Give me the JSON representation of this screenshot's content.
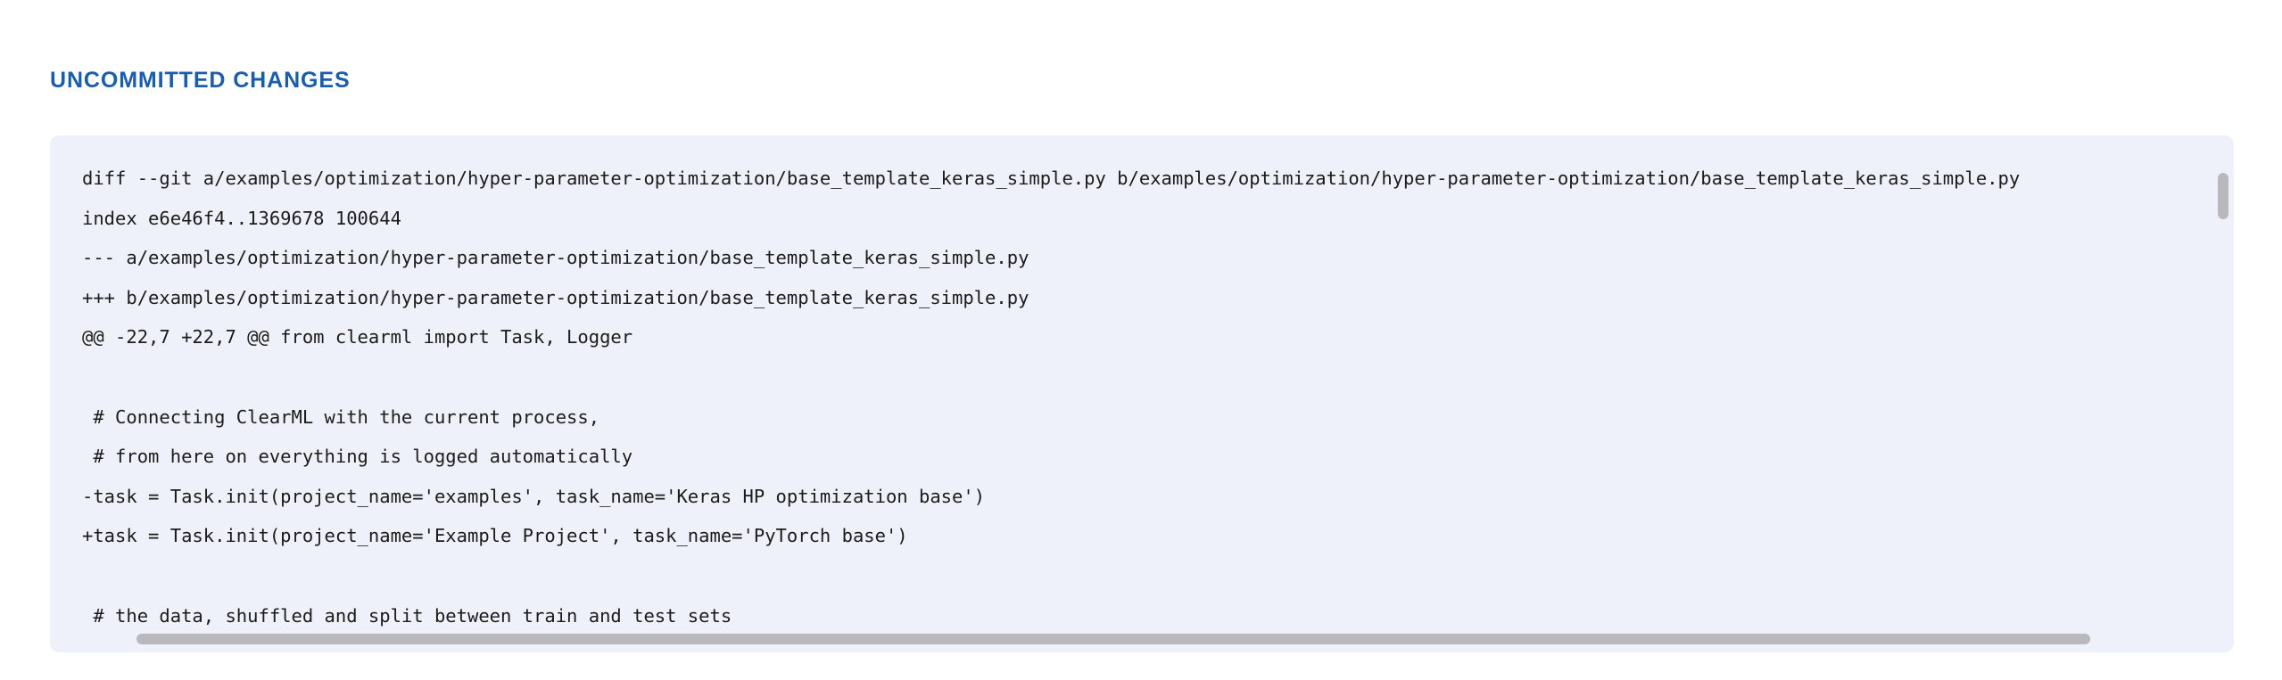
{
  "section": {
    "title": "UNCOMMITTED CHANGES",
    "title_color": "#1a5eaa"
  },
  "diff_panel": {
    "background_color": "#eef1f9",
    "text_color": "#1b1b1b",
    "lines": [
      "diff --git a/examples/optimization/hyper-parameter-optimization/base_template_keras_simple.py b/examples/optimization/hyper-parameter-optimization/base_template_keras_simple.py",
      "index e6e46f4..1369678 100644",
      "--- a/examples/optimization/hyper-parameter-optimization/base_template_keras_simple.py",
      "+++ b/examples/optimization/hyper-parameter-optimization/base_template_keras_simple.py",
      "@@ -22,7 +22,7 @@ from clearml import Task, Logger",
      "",
      " # Connecting ClearML with the current process,",
      " # from here on everything is logged automatically",
      "-task = Task.init(project_name='examples', task_name='Keras HP optimization base')",
      "+task = Task.init(project_name='Example Project', task_name='PyTorch base')",
      "",
      " # the data, shuffled and split between train and test sets"
    ]
  },
  "scrollbars": {
    "vertical": {
      "thumb_color": "#b8b8bd"
    },
    "horizontal": {
      "thumb_color": "#b8b8bd"
    }
  }
}
